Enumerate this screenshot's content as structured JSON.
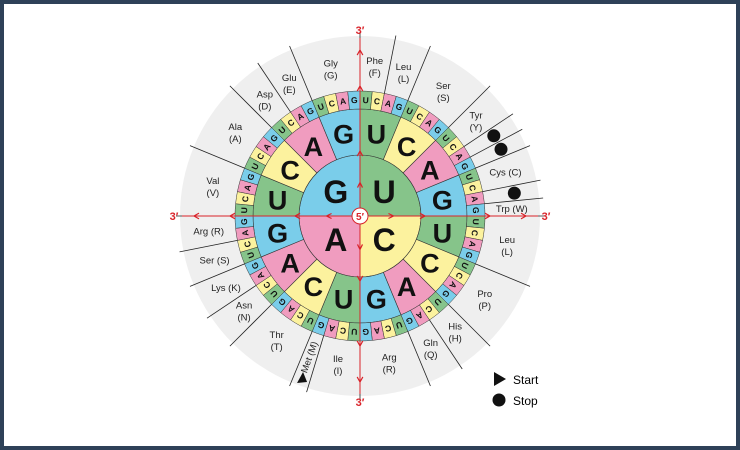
{
  "bases_order": [
    "U",
    "C",
    "A",
    "G"
  ],
  "base_colors": {
    "U": "#86c48a",
    "C": "#fcf29e",
    "A": "#f09cbf",
    "G": "#7acdea"
  },
  "axis": {
    "end_label": "3′",
    "center_label": "5′",
    "color": "#d9232a"
  },
  "amino_acids": [
    {
      "lines": [
        "Phe",
        "(F)"
      ],
      "codons": 2
    },
    {
      "lines": [
        "Leu",
        "(L)"
      ],
      "codons": 2
    },
    {
      "lines": [
        "Ser",
        "(S)"
      ],
      "codons": 4
    },
    {
      "lines": [
        "Tyr",
        "(Y)"
      ],
      "codons": 2
    },
    {
      "stop": true,
      "codons": 1
    },
    {
      "stop": true,
      "codons": 1
    },
    {
      "lines": [
        "Cys (C)"
      ],
      "codons": 2
    },
    {
      "stop": true,
      "codons": 1
    },
    {
      "lines": [
        "Trp (W)"
      ],
      "codons": 1
    },
    {
      "lines": [
        "Leu",
        "(L)"
      ],
      "codons": 4
    },
    {
      "lines": [
        "Pro",
        "(P)"
      ],
      "codons": 4
    },
    {
      "lines": [
        "His",
        "(H)"
      ],
      "codons": 2
    },
    {
      "lines": [
        "Gln",
        "(Q)"
      ],
      "codons": 2
    },
    {
      "lines": [
        "Arg",
        "(R)"
      ],
      "codons": 4
    },
    {
      "lines": [
        "Ile",
        "(I)"
      ],
      "codons": 3
    },
    {
      "lines": [
        "Met (M)"
      ],
      "codons": 1,
      "start": true
    },
    {
      "lines": [
        "Thr",
        "(T)"
      ],
      "codons": 4
    },
    {
      "lines": [
        "Asn",
        "(N)"
      ],
      "codons": 2
    },
    {
      "lines": [
        "Lys (K)"
      ],
      "codons": 2
    },
    {
      "lines": [
        "Ser (S)"
      ],
      "codons": 2
    },
    {
      "lines": [
        "Arg (R)"
      ],
      "codons": 2
    },
    {
      "lines": [
        "Val",
        "(V)"
      ],
      "codons": 4
    },
    {
      "lines": [
        "Ala",
        "(A)"
      ],
      "codons": 4
    },
    {
      "lines": [
        "Asp",
        "(D)"
      ],
      "codons": 2
    },
    {
      "lines": [
        "Glu",
        "(E)"
      ],
      "codons": 2
    },
    {
      "lines": [
        "Gly",
        "(G)"
      ],
      "codons": 4
    }
  ],
  "legend": {
    "start": "Start",
    "stop": "Stop"
  }
}
